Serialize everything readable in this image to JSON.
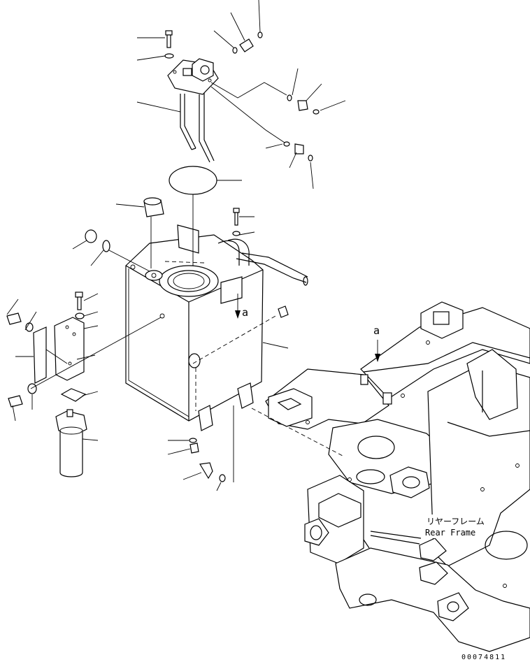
{
  "callouts": {
    "view_arrow_a": "a",
    "view_arrow_a_frame": "a",
    "rear_frame_jp": "リヤーフレーム",
    "rear_frame_en": "Rear Frame"
  },
  "figure_code": "00074811"
}
